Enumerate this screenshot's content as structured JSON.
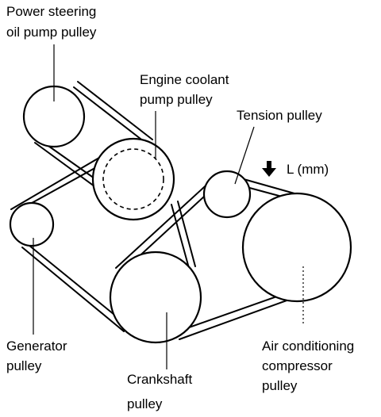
{
  "diagram": {
    "labels": {
      "power_steering_line1": "Power steering",
      "power_steering_line2": "oil pump pulley",
      "engine_coolant_line1": "Engine coolant",
      "engine_coolant_line2": "pump pulley",
      "tension": "Tension pulley",
      "deflection": "L (mm)",
      "generator_line1": "Generator",
      "generator_line2": "pulley",
      "crankshaft_line1": "Crankshaft",
      "crankshaft_line2": "pulley",
      "ac_line1": "Air conditioning",
      "ac_line2": "compressor",
      "ac_line3": "pulley"
    },
    "colors": {
      "ink": "#000000",
      "paper": "#ffffff"
    }
  }
}
